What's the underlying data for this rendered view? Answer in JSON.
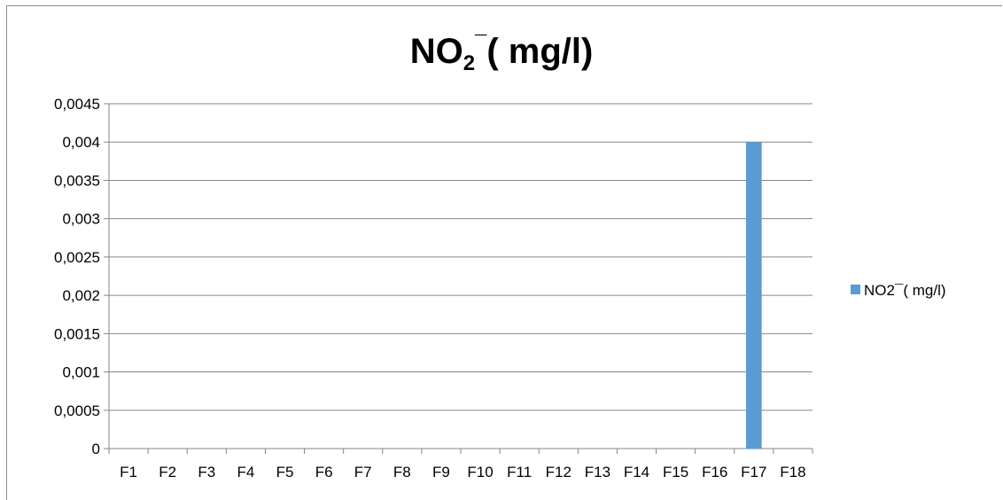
{
  "chart_data": {
    "type": "bar",
    "title": {
      "main": "NO",
      "subscript": "2",
      "superscript": "¯",
      "rest": "( mg/l)"
    },
    "categories": [
      "F1",
      "F2",
      "F3",
      "F4",
      "F5",
      "F6",
      "F7",
      "F8",
      "F9",
      "F10",
      "F11",
      "F12",
      "F13",
      "F14",
      "F15",
      "F16",
      "F17",
      "F18"
    ],
    "series": [
      {
        "name": "NO2¯( mg/l)",
        "color": "#5b9bd5",
        "values": [
          0,
          0,
          0,
          0,
          0,
          0,
          0,
          0,
          0,
          0,
          0,
          0,
          0,
          0,
          0,
          0,
          0.004,
          0
        ]
      }
    ],
    "ylim": [
      0,
      0.0045
    ],
    "yticks": [
      "0,0045",
      "0,004",
      "0,0035",
      "0,003",
      "0,0025",
      "0,002",
      "0,0015",
      "0,001",
      "0,0005",
      "0"
    ],
    "grid": true,
    "legend_position": "right",
    "xlabel": "",
    "ylabel": ""
  }
}
